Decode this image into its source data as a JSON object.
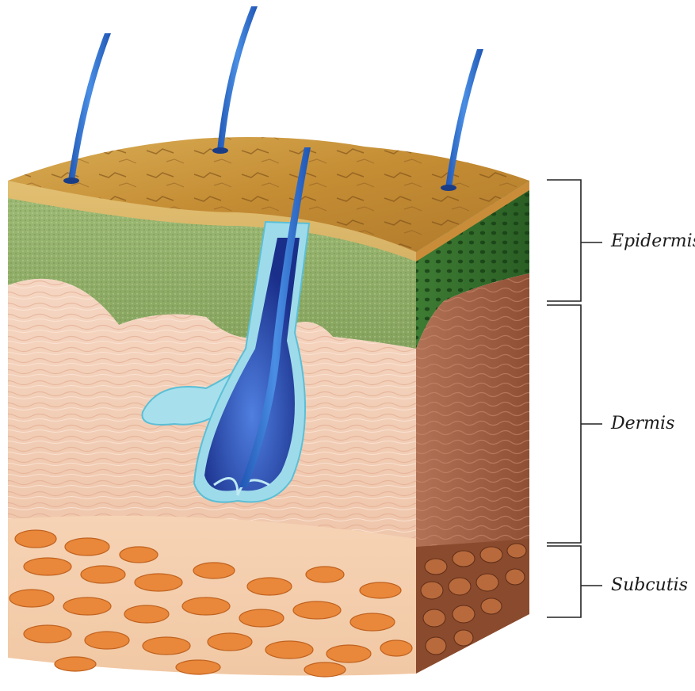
{
  "labels": {
    "epidermis": "Epidermis",
    "dermis": "Dermis",
    "subcutis": "Subcutis"
  },
  "colors": {
    "surface": "#c9973f",
    "epidermis": "#8fae67",
    "dermis": "#f2cdb6",
    "dermis_side": "#9c5a3e",
    "epidermis_side": "#2f6a2a",
    "subcutis_fat": "#e9873a",
    "hair": "#2e6fd0",
    "follicle_sheath": "#8fd6e6",
    "bracket": "#222222"
  }
}
